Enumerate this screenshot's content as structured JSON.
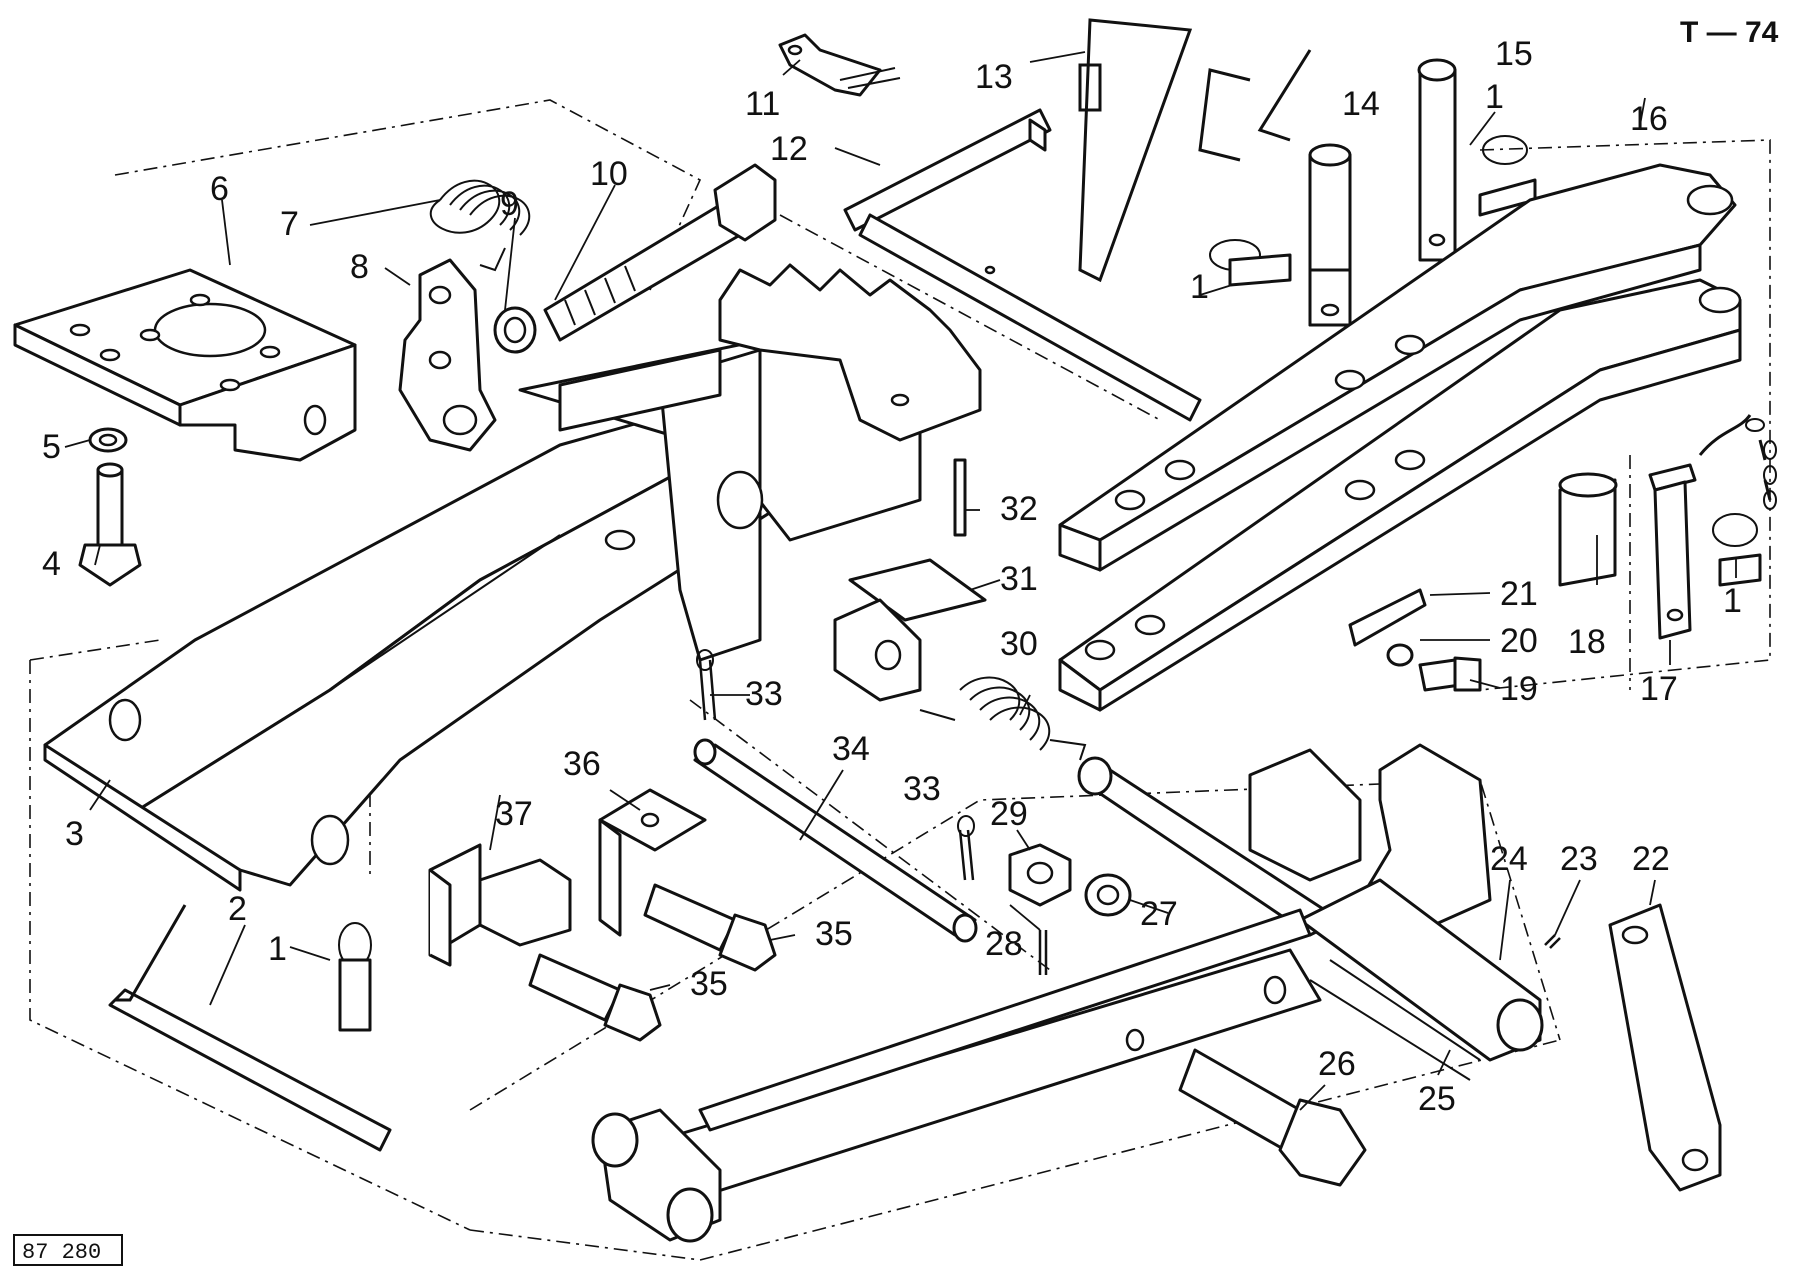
{
  "sheet_ref": "T — 74",
  "drawing_code": "87 280",
  "callouts": [
    "1",
    "2",
    "3",
    "4",
    "5",
    "6",
    "7",
    "8",
    "9",
    "10",
    "11",
    "12",
    "13",
    "14",
    "15",
    "16",
    "17",
    "18",
    "19",
    "20",
    "21",
    "22",
    "23",
    "24",
    "25",
    "26",
    "27",
    "28",
    "29",
    "30",
    "31",
    "32",
    "33",
    "34",
    "35",
    "36",
    "37"
  ]
}
